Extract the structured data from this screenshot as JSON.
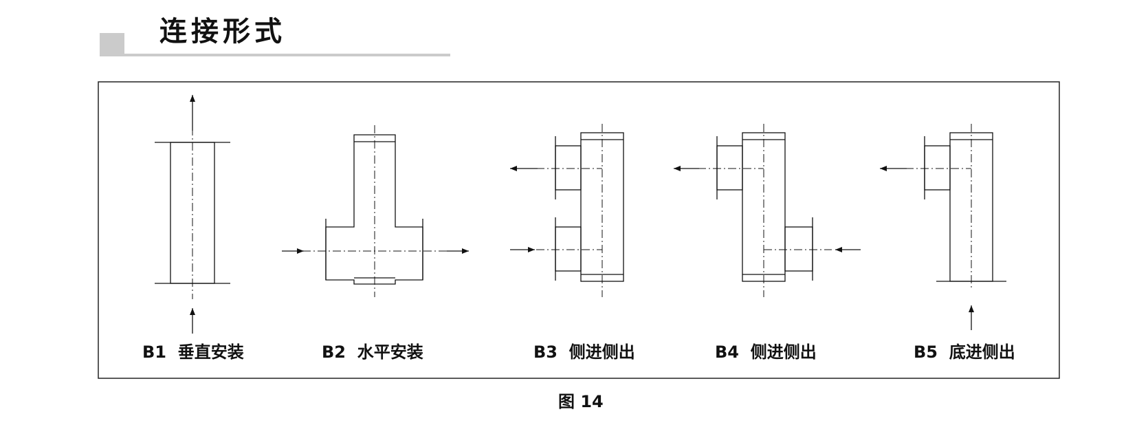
{
  "header": {
    "title": "连接形式"
  },
  "diagrams": [
    {
      "code": "B1",
      "name": "垂直安装"
    },
    {
      "code": "B2",
      "name": "水平安装"
    },
    {
      "code": "B3",
      "name": "侧进侧出"
    },
    {
      "code": "B4",
      "name": "侧进侧出"
    },
    {
      "code": "B5",
      "name": "底进侧出"
    }
  ],
  "figure_label": "图 14"
}
